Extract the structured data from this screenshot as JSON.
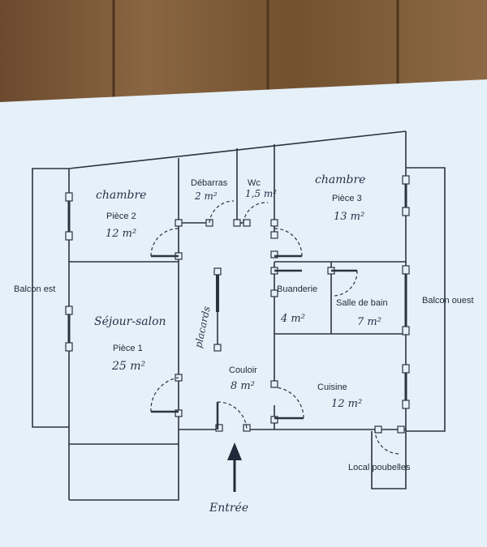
{
  "plan": {
    "rooms": {
      "chambre_left": {
        "heading": "chambre",
        "name": "Pièce 2",
        "area": "12 m²"
      },
      "debarras": {
        "name": "Débarras",
        "area": "2 m²"
      },
      "wc": {
        "name": "Wc",
        "area": "1,5 m²"
      },
      "chambre_right": {
        "heading": "chambre",
        "name": "Pièce 3",
        "area": "13 m²"
      },
      "sejour": {
        "heading": "Séjour-salon",
        "name": "Pièce 1",
        "area": "25 m²"
      },
      "couloir": {
        "name": "Couloir",
        "area": "8 m²"
      },
      "buanderie": {
        "name": "Buanderie",
        "area": "4 m²"
      },
      "salle_de_bain": {
        "name": "Salle de bain",
        "area": "7 m²"
      },
      "cuisine": {
        "name": "Cuisine",
        "area": "12 m²"
      }
    },
    "balcon_est": "Balcon est",
    "balcon_ouest": "Balcon ouest",
    "placards": "placards",
    "local_poubelles": "Local poubelles",
    "entree": "Entrée"
  },
  "colors": {
    "paper": "#e6f0f8",
    "line": "#2a3340",
    "wood": "#7a5a3c"
  }
}
